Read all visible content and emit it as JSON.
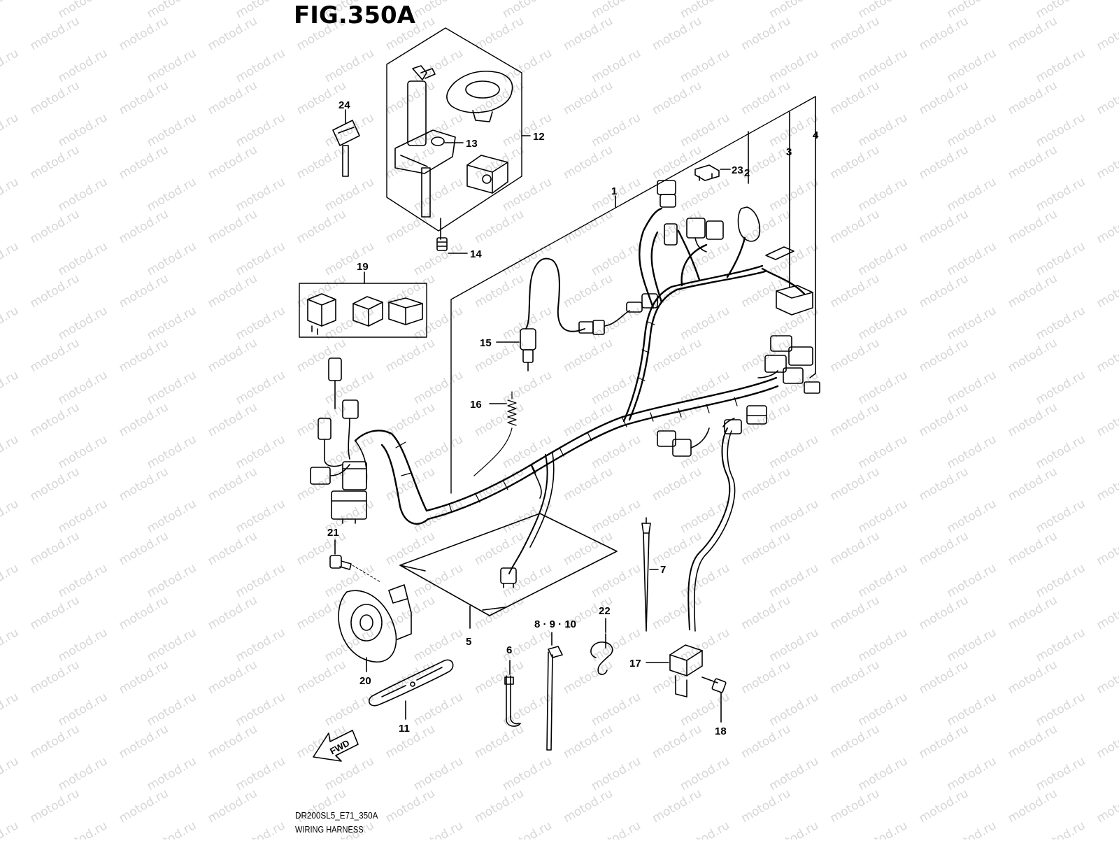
{
  "figure": {
    "title": "FIG.350A",
    "code": "DR200SL5_E71_350A",
    "caption": "WIRING HARNESS"
  },
  "watermark": {
    "text": "motod.ru",
    "color": "#d6d6d6"
  },
  "direction_arrow": {
    "label": "FWD"
  },
  "callouts": [
    {
      "id": "c1",
      "label": "1"
    },
    {
      "id": "c2",
      "label": "2"
    },
    {
      "id": "c3",
      "label": "3"
    },
    {
      "id": "c4",
      "label": "4"
    },
    {
      "id": "c5",
      "label": "5"
    },
    {
      "id": "c6",
      "label": "6"
    },
    {
      "id": "c7",
      "label": "7"
    },
    {
      "id": "c8",
      "label": "8 · 9 · 10"
    },
    {
      "id": "c11",
      "label": "11"
    },
    {
      "id": "c12",
      "label": "12"
    },
    {
      "id": "c13",
      "label": "13"
    },
    {
      "id": "c14",
      "label": "14"
    },
    {
      "id": "c15",
      "label": "15"
    },
    {
      "id": "c16",
      "label": "16"
    },
    {
      "id": "c17",
      "label": "17"
    },
    {
      "id": "c18",
      "label": "18"
    },
    {
      "id": "c19",
      "label": "19"
    },
    {
      "id": "c20",
      "label": "20"
    },
    {
      "id": "c21",
      "label": "21"
    },
    {
      "id": "c22",
      "label": "22"
    },
    {
      "id": "c23",
      "label": "23"
    },
    {
      "id": "c24",
      "label": "24"
    }
  ]
}
